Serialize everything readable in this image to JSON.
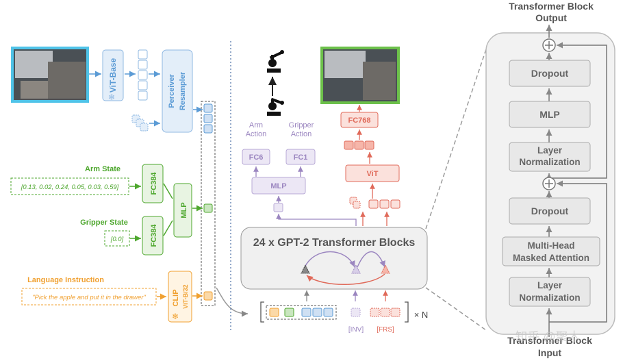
{
  "vision": {
    "vit_base_label": "ViT-Base",
    "perceiver_label": "Perceiver Resampler"
  },
  "inputs": {
    "arm_state_title": "Arm State",
    "arm_state_value": "[0.13, 0.02, 0.24, 0.05, 0.03, 0.59]",
    "gripper_state_title": "Gripper State",
    "gripper_state_value": "[0.0]",
    "fc384_label": "FC384",
    "mlp_label": "MLP",
    "language_title": "Language Instruction",
    "language_value": "\"Pick the apple and put it in the drawer\"",
    "clip_label": "CLIP",
    "clip_sub_label": "ViT-B/32"
  },
  "middle": {
    "arm_action": "Arm Action",
    "gripper_action": "Gripper Action",
    "fc6_label": "FC6",
    "fc1_label": "FC1",
    "mlp_label": "MLP",
    "fc768_label": "FC768",
    "vit_label": "ViT",
    "transformer_title": "24 x GPT-2 Transformer Blocks",
    "repeat_label": "× N",
    "inv_token": "[INV]",
    "frs_token": "[FRS]"
  },
  "block": {
    "title_output": "Transformer Block Output",
    "title_input": "Transformer Block Input",
    "dropout_top": "Dropout",
    "mlp": "MLP",
    "layer_norm_top": "Layer Normalization",
    "dropout_mid": "Dropout",
    "mha": "Multi-Head Masked Attention",
    "layer_norm_bottom": "Layer Normalization",
    "watermark": "知乎 @聚木"
  },
  "colors": {
    "blue": "#5b9bd5",
    "green": "#4ea72e",
    "orange": "#f0a030",
    "purple": "#9b86c0",
    "red": "#e06a5a",
    "gray": "#888888"
  }
}
